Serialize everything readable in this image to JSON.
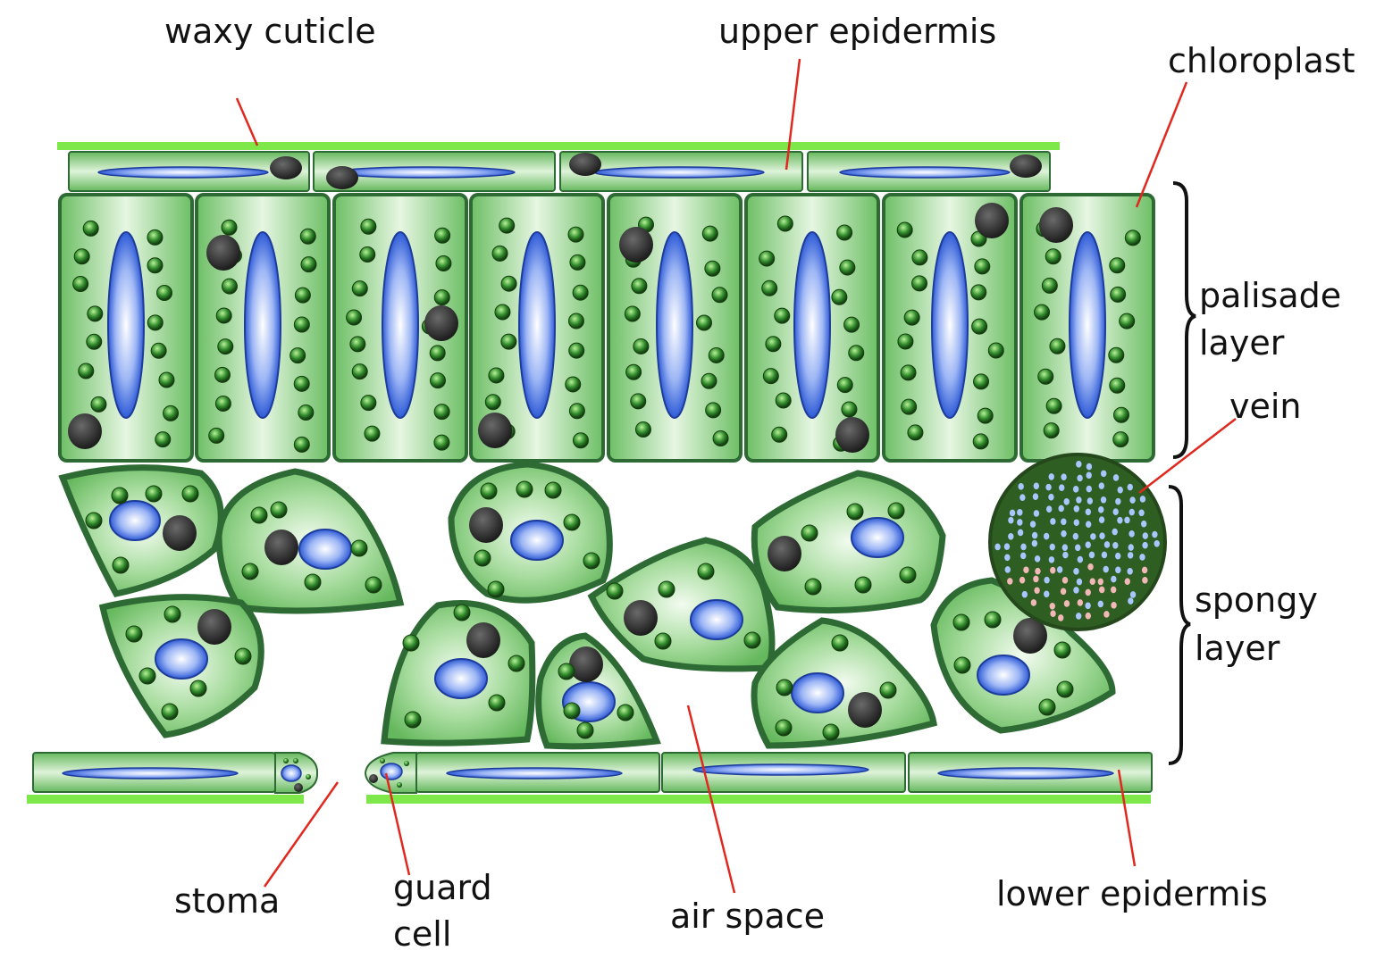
{
  "labels": {
    "waxy_cuticle": "waxy cuticle",
    "upper_epidermis": "upper epidermis",
    "chloroplast": "chloroplast",
    "palisade_line1": "palisade",
    "palisade_line2": "layer",
    "vein": "vein",
    "spongy_line1": "spongy",
    "spongy_line2": "layer",
    "stoma": "stoma",
    "guard_line1": "guard",
    "guard_line2": "cell",
    "air_space": "air space",
    "lower_epidermis": "lower epidermis"
  },
  "colors": {
    "cuticle": "#7ee84a",
    "cell_fill": "#7fcb77",
    "cell_light": "#e9f7e5",
    "cell_stroke": "#2e6b34",
    "vacuole": "#3a63d8",
    "vacuole_light": "#ffffff",
    "chloroplast": "#2f8a2a",
    "nucleus": "#2c2c2c",
    "vein_fill": "#2f5e22",
    "vein_dot_blue": "#a9c6ff",
    "vein_dot_pink": "#f2b8b8",
    "leader_line": "#e0281e",
    "bracket": "#111111"
  }
}
